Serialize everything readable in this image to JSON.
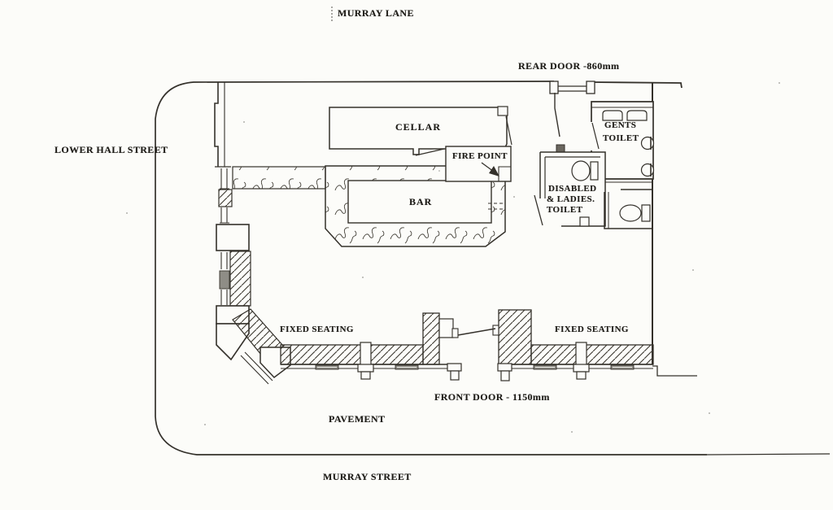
{
  "document": {
    "type": "scanned floor plan",
    "subject": "licensed premises ground floor plan"
  },
  "colors": {
    "background": "#fcfcf9",
    "ink": "#34312b",
    "text_ink": "#1f1d19",
    "window_shade": "#8f8d86",
    "speck_gray": "#9a9a94"
  },
  "streets": {
    "murray_lane": "MURRAY LANE",
    "lower_hall_street": "LOWER HALL STREET",
    "murray_street": "MURRAY STREET",
    "pavement": "PAVEMENT"
  },
  "doors": {
    "rear_door": "REAR DOOR -860mm",
    "front_door": "FRONT DOOR - 1150mm"
  },
  "rooms": {
    "cellar": "CELLAR",
    "bar": "BAR",
    "fire_point": "FIRE POINT",
    "gents_toilet": {
      "line1": "GENTS",
      "line2": "TOILET"
    },
    "disabled_ladies_toilet": {
      "line1": "DISABLED",
      "line2": "& LADIES.",
      "line3": "TOILET"
    }
  },
  "seating": {
    "fixed_seating_left": "FIXED SEATING",
    "fixed_seating_right": "FIXED SEATING"
  },
  "icons": {
    "toilet-icon": "ellipse pan with cistern block",
    "urinal-icon": "round-top wall urinal",
    "basin-icon": "half-round wall basin",
    "fire-point-arrow-icon": "leader arrow to fire point",
    "door-swing-icon": "door leaf line"
  }
}
